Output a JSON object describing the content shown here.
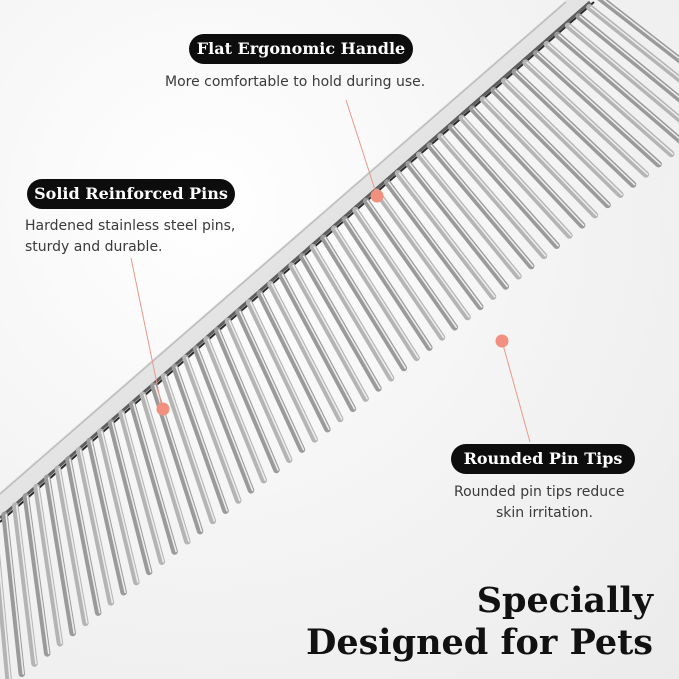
{
  "callouts": [
    {
      "title": "Flat Ergonomic Handle",
      "desc_lines": [
        "More comfortable to hold during use."
      ]
    },
    {
      "title": "Solid Reinforced Pins",
      "desc_lines": [
        "Hardened stainless steel pins,",
        "sturdy and durable."
      ]
    },
    {
      "title": "Rounded Pin Tips",
      "desc_lines": [
        "Rounded pin tips reduce",
        "skin irritation."
      ]
    }
  ],
  "tagline": {
    "line1": "Specially",
    "line2": "Designed for Pets"
  },
  "colors": {
    "pill_bg": "#0d0d0d",
    "marker": "#f29080",
    "leader": "#e8998c",
    "text": "#3a3a3a"
  },
  "icons": {
    "marker": "dot-marker-icon"
  }
}
